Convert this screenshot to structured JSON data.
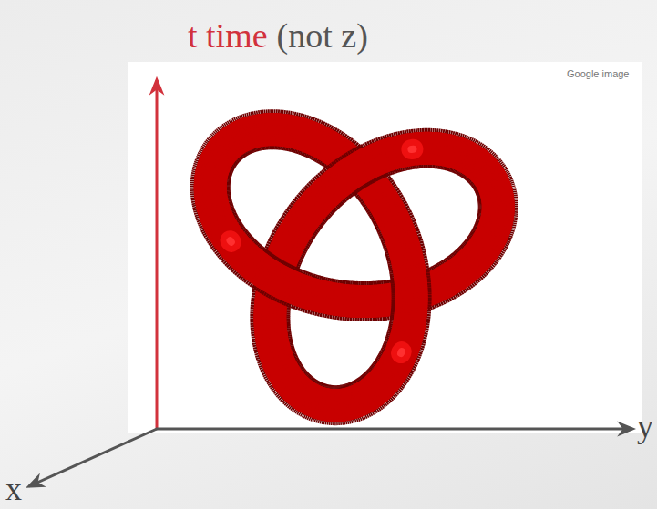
{
  "diagram": {
    "labels": [
      "t time",
      "(not z)",
      "Google image",
      "y",
      "x"
    ]
  }
}
